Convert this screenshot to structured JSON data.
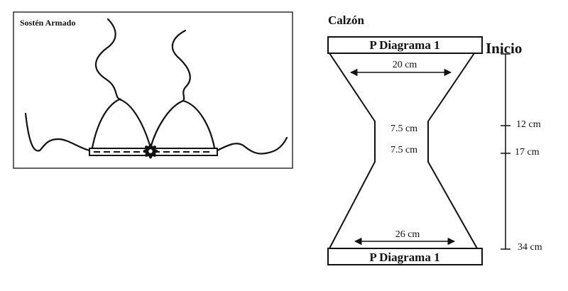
{
  "bra": {
    "title": "Sostén Armado"
  },
  "panty": {
    "title": "Calzón",
    "top_band_label": "P Diagrama 1",
    "bottom_band_label": "P Diagrama 1",
    "start_label": "Inicio",
    "top_width": "20 cm",
    "crotch_width_upper": "7.5 cm",
    "crotch_width_lower": "7.5 cm",
    "bottom_width": "26 cm"
  },
  "scale": {
    "marks": [
      "12 cm",
      "17 cm",
      "34 cm"
    ]
  },
  "colors": {
    "ink": "#111111",
    "paper": "#ffffff"
  }
}
